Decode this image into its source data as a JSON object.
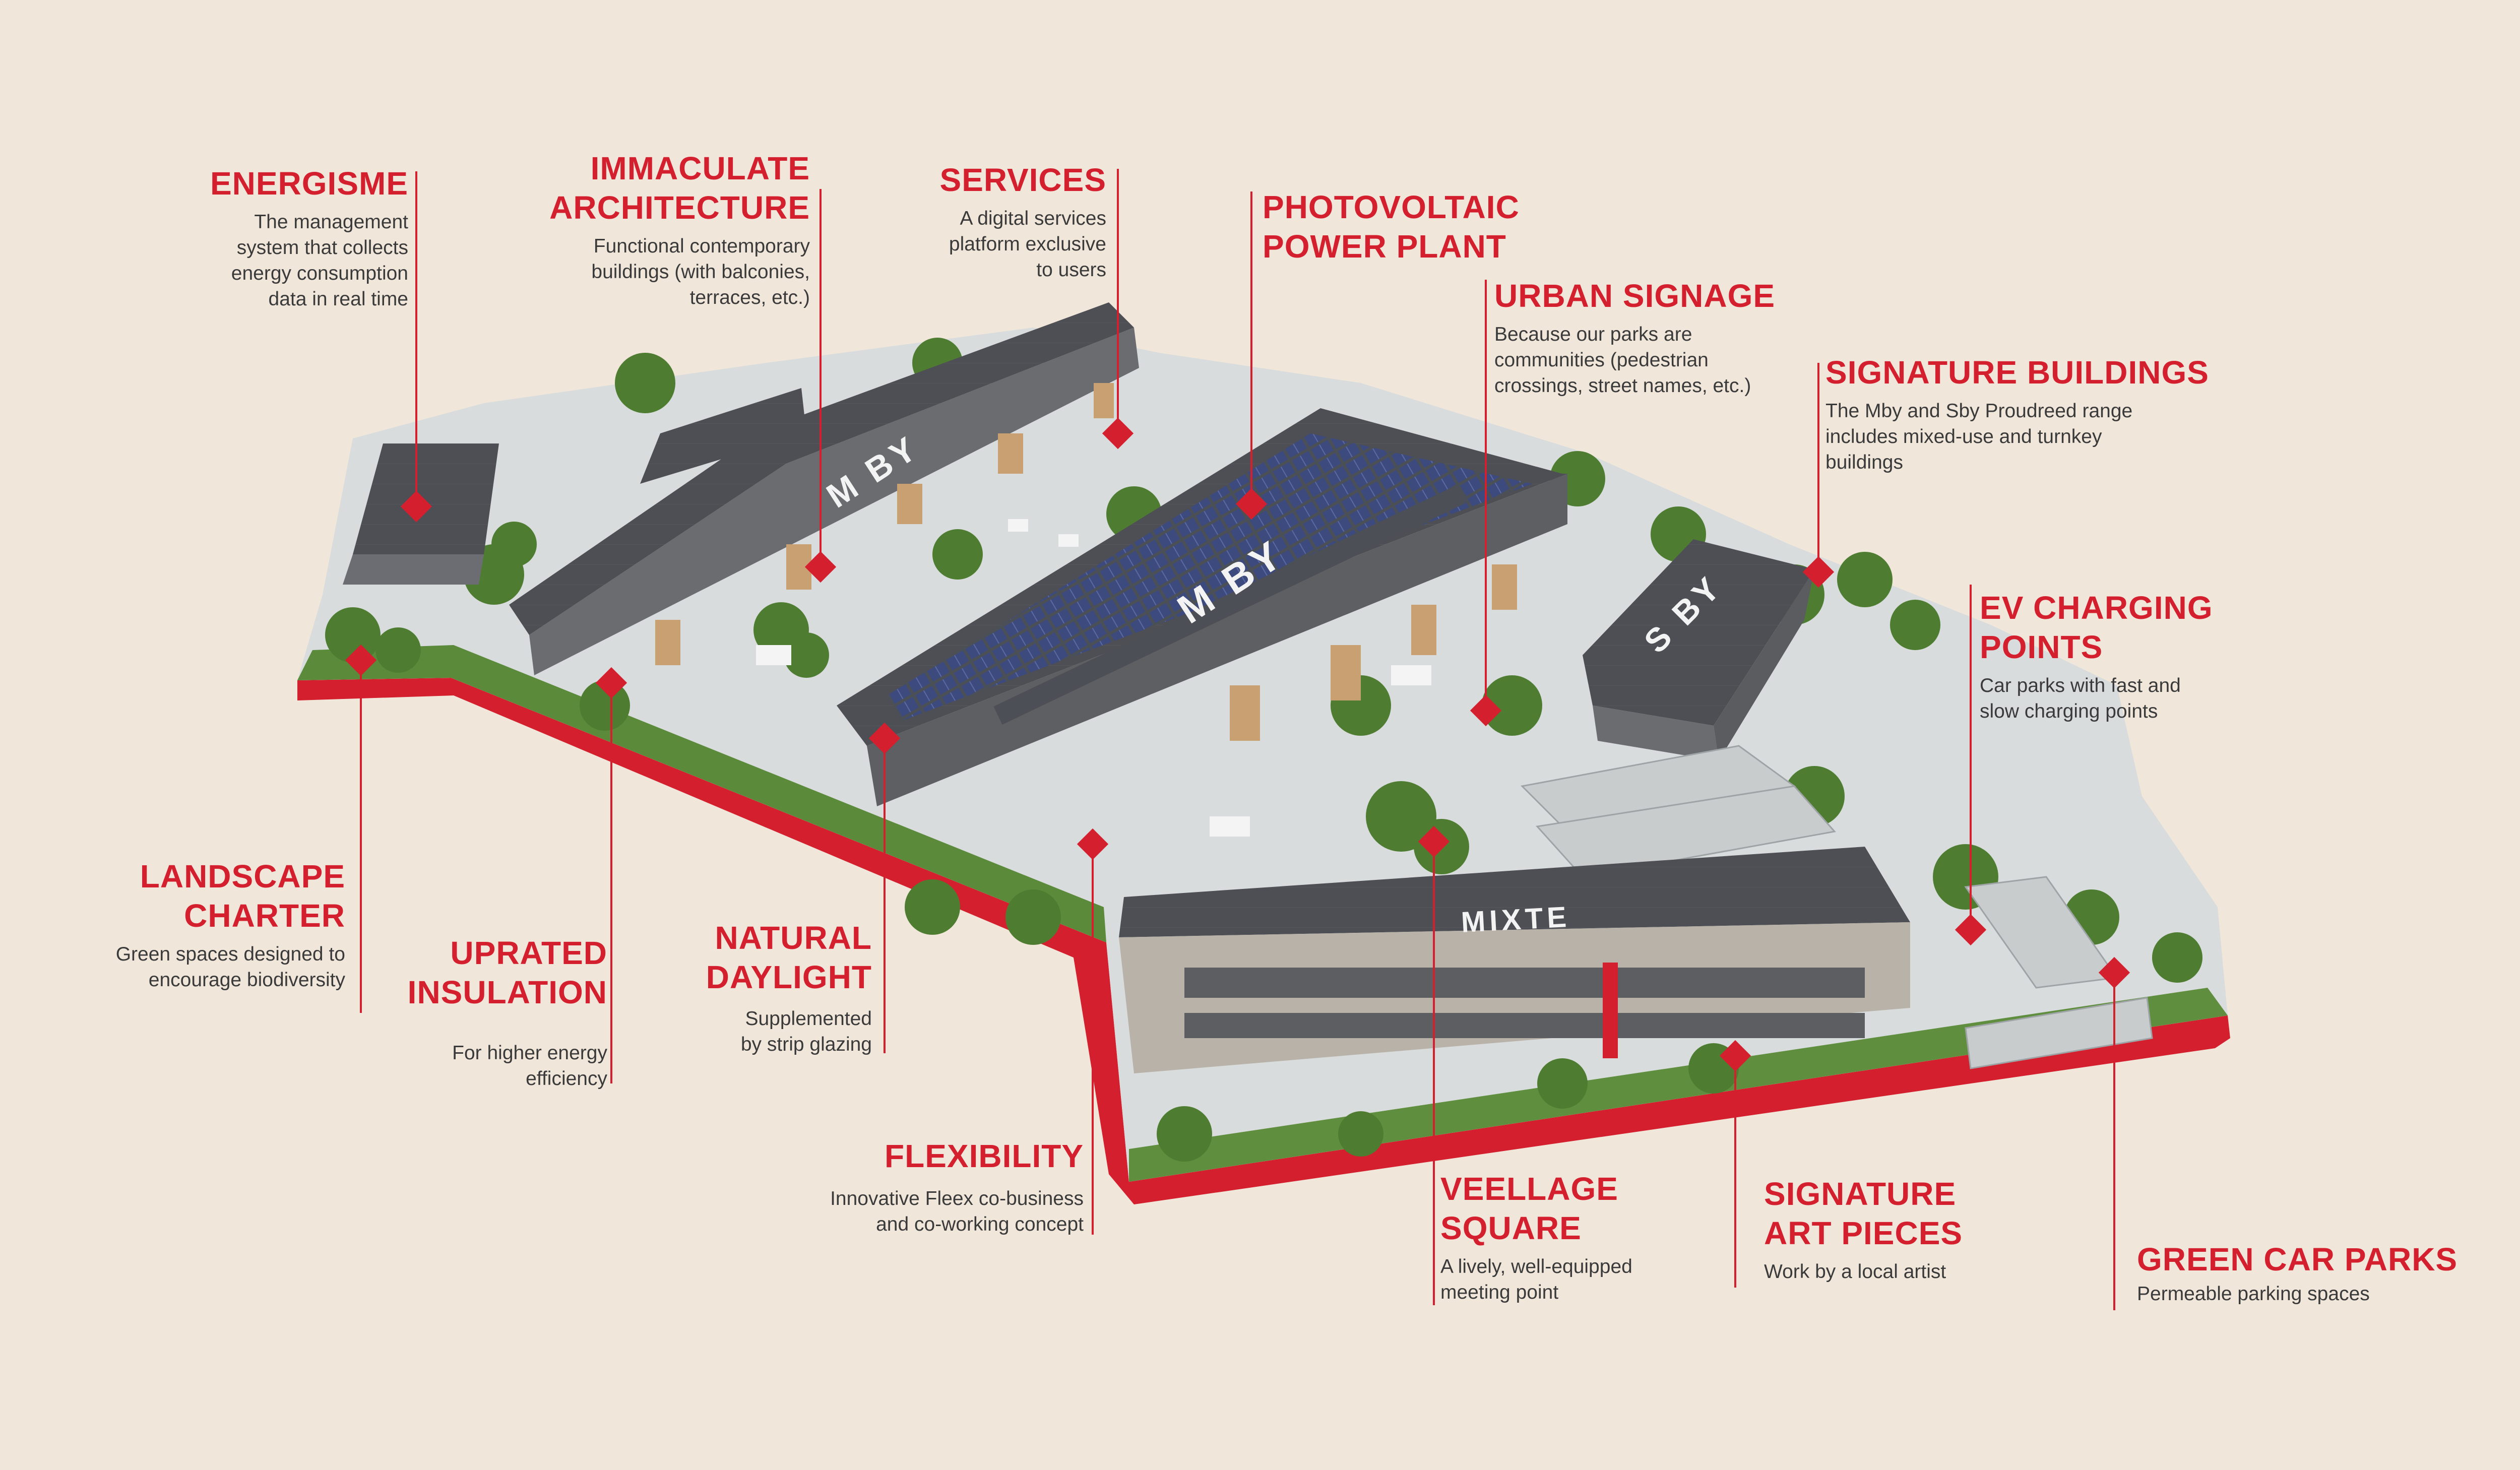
{
  "colors": {
    "background": "#f1e6da",
    "accent": "#d4202e",
    "text": "#3a3a3a",
    "roof": "#4a4c50",
    "ground": "#dfe2e3",
    "green": "#4f7a36",
    "solar": "#3b4a78"
  },
  "buildings": {
    "mby_left": "M BY",
    "mby_center": "M BY",
    "sby": "S BY",
    "mixte": "MIXTE"
  },
  "callouts": {
    "energisme": {
      "title": "ENERGISME",
      "desc": "The management\nsystem that collects\nenergy consumption\ndata in real time"
    },
    "immaculate_architecture": {
      "title": "IMMACULATE\nARCHITECTURE",
      "desc": "Functional  contemporary\nbuildings (with balconies,\nterraces, etc.)"
    },
    "services": {
      "title": "SERVICES",
      "desc": "A digital services\nplatform exclusive\nto users"
    },
    "photovoltaic": {
      "title": "PHOTOVOLTAIC\nPOWER PLANT",
      "desc": ""
    },
    "urban_signage": {
      "title": "URBAN SIGNAGE",
      "desc": "Because our parks are\ncommunities (pedestrian\ncrossings, street names, etc.)"
    },
    "signature_buildings": {
      "title": "SIGNATURE BUILDINGS",
      "desc": "The Mby and Sby Proudreed range\nincludes mixed-use and turnkey\nbuildings"
    },
    "ev_charging": {
      "title": "EV CHARGING\nPOINTS",
      "desc": "Car parks with fast and\nslow charging points"
    },
    "landscape_charter": {
      "title": "LANDSCAPE\nCHARTER",
      "desc": "Green spaces designed to\nencourage biodiversity"
    },
    "uprated_insulation": {
      "title": "UPRATED\nINSULATION",
      "desc": "For higher energy\nefficiency"
    },
    "natural_daylight": {
      "title": "NATURAL\nDAYLIGHT",
      "desc": "Supplemented\nby strip glazing"
    },
    "flexibility": {
      "title": "FLEXIBILITY",
      "desc": "Innovative Fleex co-business\nand co-working concept"
    },
    "veellage_square": {
      "title": "VEELLAGE\nSQUARE",
      "desc": "A lively, well-equipped\nmeeting point"
    },
    "signature_art": {
      "title": "SIGNATURE\nART PIECES",
      "desc": "Work by a local artist"
    },
    "green_car_parks": {
      "title": "GREEN CAR PARKS",
      "desc": "Permeable parking spaces"
    }
  }
}
